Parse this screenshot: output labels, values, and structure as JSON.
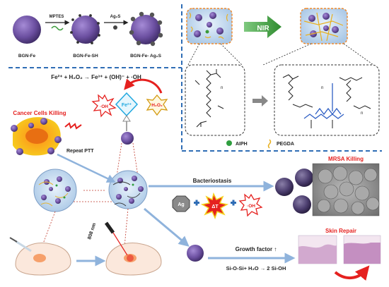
{
  "top_panel": {
    "labels": [
      "BGN-Fe",
      "BGN-Fe-SH",
      "BGN-Fe- Ag₂S"
    ],
    "arrow1": "MPTES",
    "arrow2": "Ag₂S"
  },
  "nir_panel": {
    "arrow_label": "NIR",
    "legend_aiph": "AIPH",
    "legend_pegda": "PEGDA",
    "subscript_n": "n"
  },
  "fenton": {
    "equation": "Fe²⁺ + H₂O₂ → Fe³⁺ + (OH)⁻ + ·OH",
    "oh": "·OH",
    "fe": "Fe²⁺",
    "h2o2": "H₂O₂"
  },
  "cancer": {
    "title": "Cancer Cells Killing",
    "repeat": "Repeat PTT"
  },
  "antibacterial": {
    "title": "Bacteriostasis",
    "ag": "Ag",
    "dt": "ΔT",
    "oh": "·OH",
    "mrsa": "MRSA Killing"
  },
  "skin": {
    "growth": "Growth factor ↑",
    "reaction": "Si-O-Si+ H₂O → 2 Si-OH",
    "title": "Skin Repair"
  },
  "laser": {
    "wavelength": "808 nm"
  },
  "colors": {
    "accent_red": "#e5211f",
    "panel_blue": "#2f6db5",
    "arrow_blue": "#8fb3dc",
    "nir_green": "#3a9a3a",
    "particle_purple": "#6b4fa0",
    "fe_cyan": "#22a9e0"
  }
}
